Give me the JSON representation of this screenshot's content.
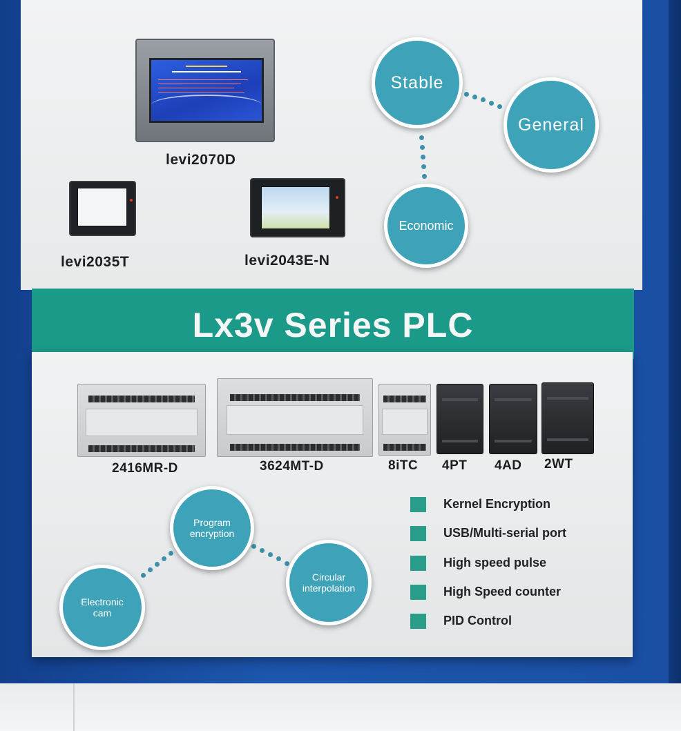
{
  "hmi_models": [
    {
      "label": "levi2070D"
    },
    {
      "label": "levi2035T"
    },
    {
      "label": "levi2043E-N"
    }
  ],
  "hmi_features": [
    {
      "label": "Stable"
    },
    {
      "label": "General"
    },
    {
      "label": "Economic"
    }
  ],
  "banner": {
    "title": "Lx3v Series PLC"
  },
  "plc_models": [
    {
      "label": "2416MR-D"
    },
    {
      "label": "3624MT-D"
    },
    {
      "label": "8iTC"
    },
    {
      "label": "4PT"
    },
    {
      "label": "4AD"
    },
    {
      "label": "2WT"
    }
  ],
  "plc_functions": [
    {
      "label": "Program encryption"
    },
    {
      "label": "Electronic cam"
    },
    {
      "label": "Circular interpolation"
    }
  ],
  "feature_list": [
    "Kernel Encryption",
    "USB/Multi-serial port",
    "High speed pulse",
    "High Speed counter",
    "PID Control"
  ],
  "colors": {
    "teal_band": "#1b9a8a",
    "circle_fill": "#3ea3b8",
    "wall_blue": "#1a4fa3"
  }
}
